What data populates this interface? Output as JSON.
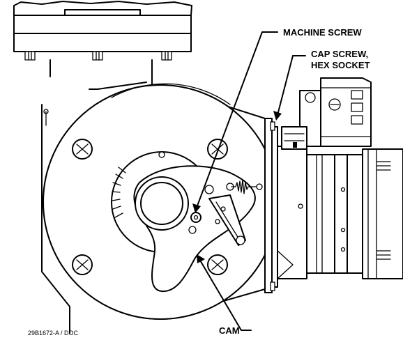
{
  "callouts": {
    "machine_screw": "MACHINE SCREW",
    "cap_screw_line1": "CAP SCREW,",
    "cap_screw_line2": "HEX SOCKET",
    "cam": "CAM"
  },
  "figure_code": "29B1672-A / DOC",
  "colors": {
    "line": "#000000",
    "background": "#ffffff"
  }
}
